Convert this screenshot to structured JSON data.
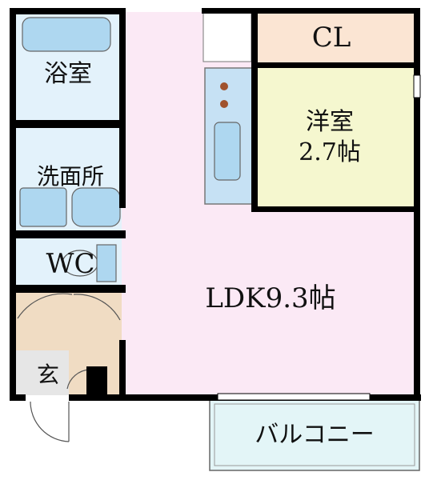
{
  "floor_plan": {
    "rooms": {
      "bath": {
        "label": "浴室"
      },
      "closet": {
        "label": "CL"
      },
      "western_room": {
        "label": "洋室",
        "size": "2.7帖"
      },
      "washroom": {
        "label": "洗面所"
      },
      "toilet": {
        "label": "WC"
      },
      "ldk": {
        "label": "LDK9.3帖"
      },
      "entrance": {
        "label": "玄"
      },
      "balcony": {
        "label": "バルコニー"
      }
    },
    "colors": {
      "wall": "#000000",
      "ldk_floor": "#fbe9f5",
      "western_floor": "#f5f7cf",
      "closet_floor": "#fbe5d3",
      "wet_area_floor": "#e3f2fb",
      "fixture_blue": "#aed7f0",
      "entrance_floor": "#f0dcc3",
      "genkan_floor": "#e6e6e6",
      "balcony_floor": "#e3f5f7"
    }
  }
}
